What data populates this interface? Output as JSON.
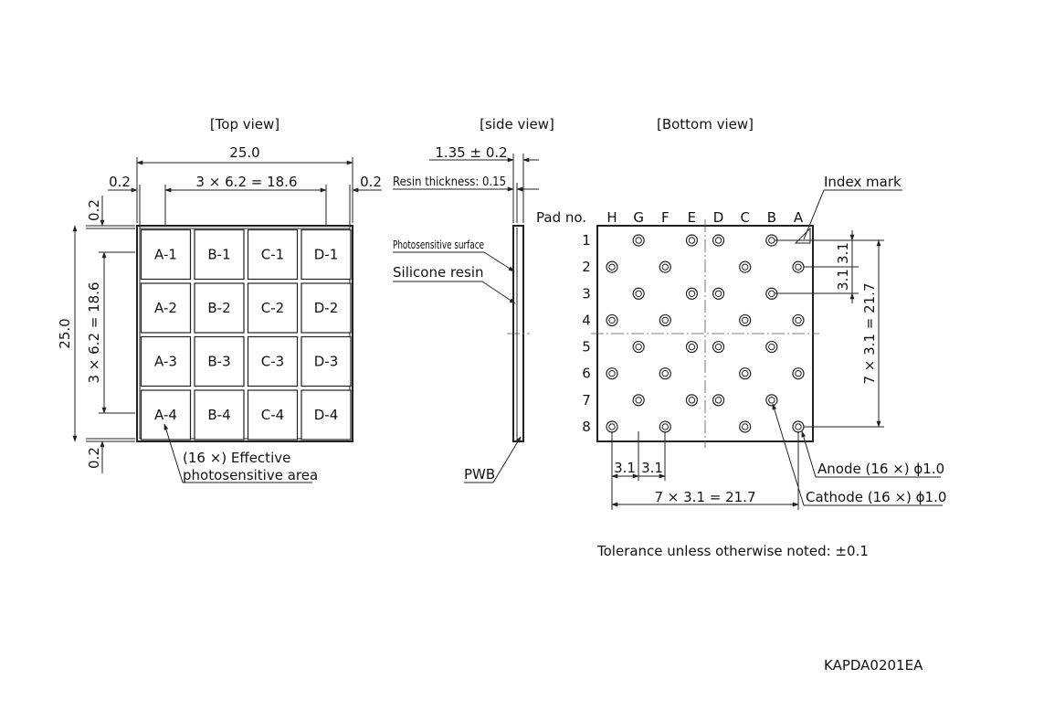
{
  "views": {
    "top": "[Top view]",
    "side": "[side view]",
    "bottom": "[Bottom view]"
  },
  "top_view": {
    "dim_overall_width": "25.0",
    "dim_margin_left": "0.2",
    "dim_margin_right": "0.2",
    "dim_pitch_horizontal": "3 × 6.2 = 18.6",
    "dim_margin_top": "0.2",
    "dim_margin_bottom": "0.2",
    "dim_overall_height": "25.0",
    "dim_pitch_vertical": "3 × 6.2 = 18.6",
    "elements": [
      "A-1",
      "B-1",
      "C-1",
      "D-1",
      "A-2",
      "B-2",
      "C-2",
      "D-2",
      "A-3",
      "B-3",
      "C-3",
      "D-3",
      "A-4",
      "B-4",
      "C-4",
      "D-4"
    ],
    "effective_area_line1": "(16 ×) Effective",
    "effective_area_line2": "photosensitive area"
  },
  "side_view": {
    "dim_thickness": "1.35 ± 0.2",
    "resin_thickness": "Resin thickness: 0.15",
    "photosensitive_surface": "Photosensitive surface",
    "silicone_resin": "Silicone resin",
    "pwb": "PWB"
  },
  "bottom_view": {
    "pad_no_label": "Pad no.",
    "columns": [
      "H",
      "G",
      "F",
      "E",
      "D",
      "C",
      "B",
      "A"
    ],
    "rows": [
      "1",
      "2",
      "3",
      "4",
      "5",
      "6",
      "7",
      "8"
    ],
    "index_mark": "Index mark",
    "dim_pitch_a": "3.1",
    "dim_pitch_b": "3.1",
    "dim_vertical": "7 × 3.1 = 21.7",
    "dim_bottom_pitch_a": "3.1",
    "dim_bottom_pitch_b": "3.1",
    "dim_horizontal": "7 × 3.1 = 21.7",
    "anode": "Anode (16 ×) ϕ1.0",
    "cathode": "Cathode (16 ×) ϕ1.0"
  },
  "tolerance_note": "Tolerance unless otherwise noted: ±0.1",
  "drawing_code": "KAPDA0201EA"
}
